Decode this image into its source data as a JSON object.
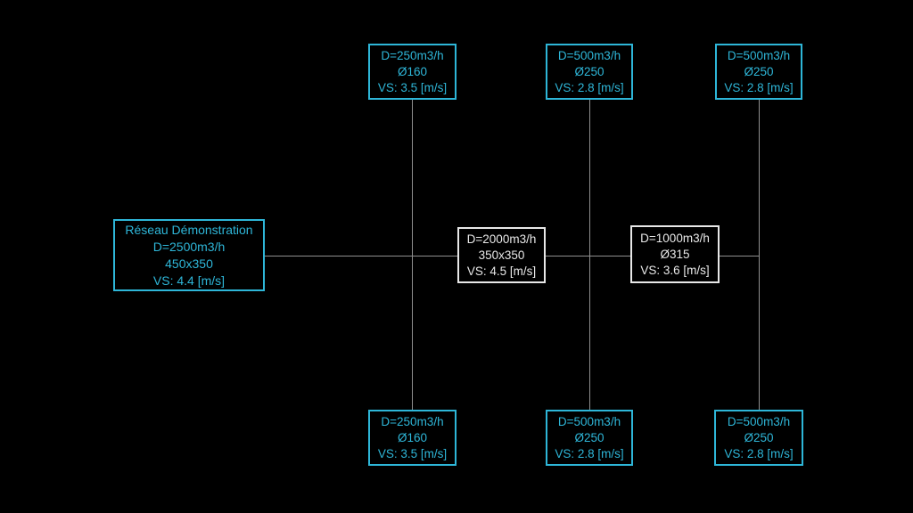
{
  "app": {
    "description": "HVAC duct network sizing diagram",
    "background": "#000000"
  },
  "colors": {
    "background": "#000000",
    "accent_cyan": "#2eb6d8",
    "node_white": "#e8e8e8",
    "line_gray": "#8f8f8f"
  },
  "diagram": {
    "root": {
      "lines": [
        "Réseau Démonstration",
        "D=2500m3/h",
        "450x350",
        "VS: 4.4 [m/s]"
      ]
    },
    "branch_top": [
      {
        "lines": [
          "D=250m3/h",
          "Ø160",
          "VS: 3.5 [m/s]"
        ]
      },
      {
        "lines": [
          "D=500m3/h",
          "Ø250",
          "VS: 2.8 [m/s]"
        ]
      },
      {
        "lines": [
          "D=500m3/h",
          "Ø250",
          "VS: 2.8 [m/s]"
        ]
      }
    ],
    "trunk": [
      {
        "lines": [
          "D=2000m3/h",
          "350x350",
          "VS: 4.5 [m/s]"
        ]
      },
      {
        "lines": [
          "D=1000m3/h",
          "Ø315",
          "VS: 3.6 [m/s]"
        ]
      }
    ],
    "branch_bottom": [
      {
        "lines": [
          "D=250m3/h",
          "Ø160",
          "VS: 3.5 [m/s]"
        ]
      },
      {
        "lines": [
          "D=500m3/h",
          "Ø250",
          "VS: 2.8 [m/s]"
        ]
      },
      {
        "lines": [
          "D=500m3/h",
          "Ø250",
          "VS: 2.8 [m/s]"
        ]
      }
    ]
  }
}
